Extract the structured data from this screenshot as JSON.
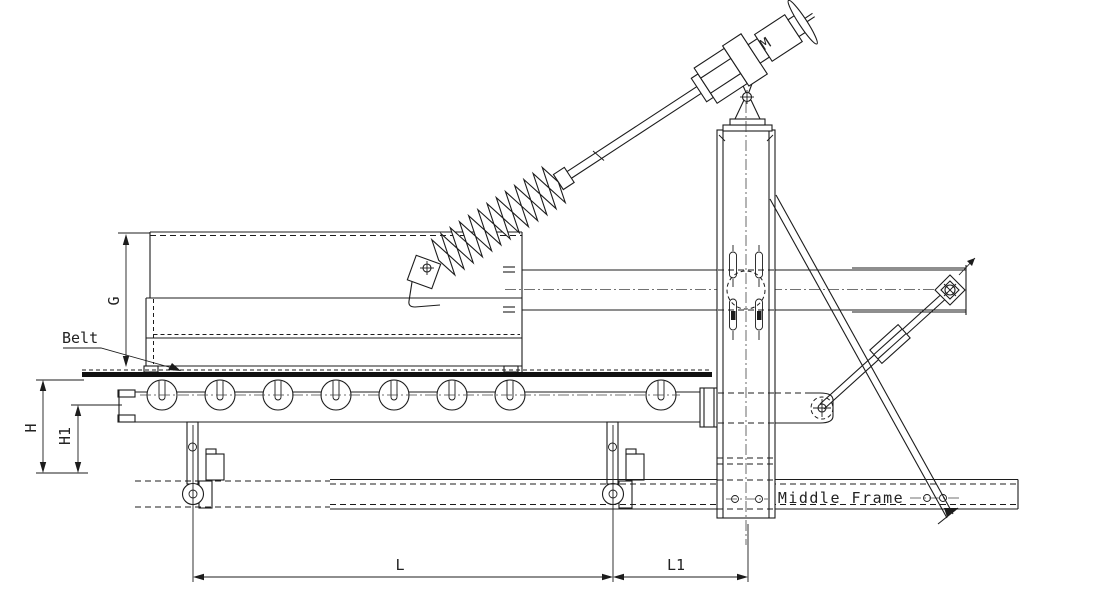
{
  "drawing": {
    "labels": {
      "belt": "Belt",
      "middle_frame": "Middle Frame",
      "motor": "M"
    },
    "dimensions": {
      "g": "G",
      "h": "H",
      "h1": "H1",
      "l": "L",
      "l1": "L1"
    },
    "colors": {
      "ink": "#1c1c1c",
      "background": "#ffffff"
    }
  }
}
